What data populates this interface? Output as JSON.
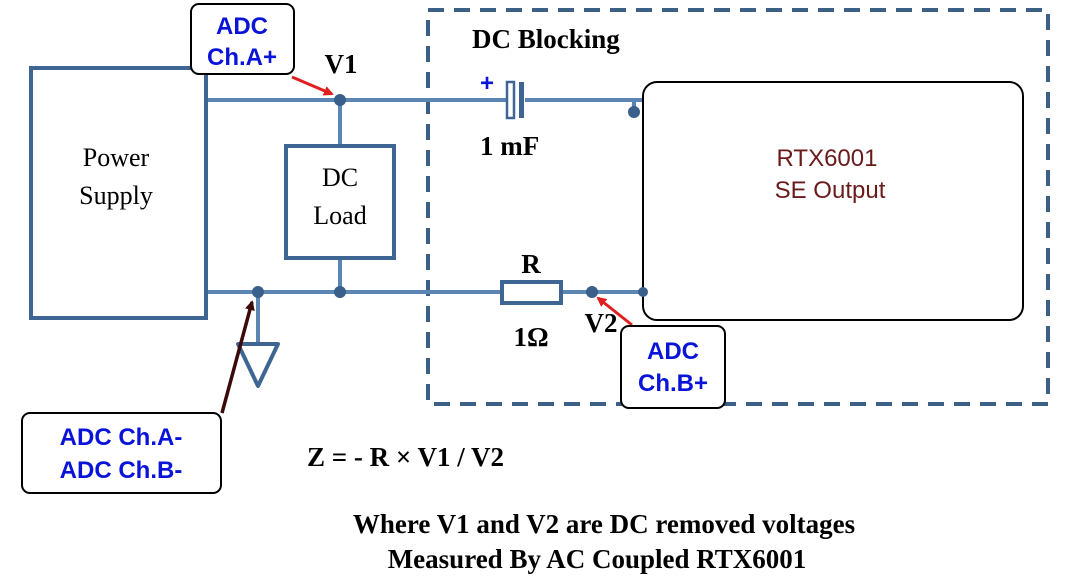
{
  "colors": {
    "wire": "#5b86b4",
    "box": "#3f6693",
    "dashed": "#3c5f86",
    "node": "#3a5f8a",
    "callout_text": "#0a14d8",
    "rtx_text": "#6b1a1a",
    "arrow_red": "#e02020",
    "arrow_dark": "#3d0a0a",
    "black": "#000000"
  },
  "dc_blocking_label": "DC Blocking",
  "power_supply": {
    "line1": "Power",
    "line2": "Supply"
  },
  "dc_load": {
    "line1": "DC",
    "line2": "Load"
  },
  "rtx": {
    "line1": "RTX6001",
    "line2": "SE Output"
  },
  "capacitor": {
    "polarity": "+",
    "value": "1 mF"
  },
  "resistor": {
    "label": "R",
    "value": "1Ω"
  },
  "nodes": {
    "v1": "V1",
    "v2": "V2"
  },
  "callouts": {
    "ch_a_plus": {
      "line1": "ADC",
      "line2": "Ch.A+"
    },
    "ch_b_plus": {
      "line1": "ADC",
      "line2": "Ch.B+"
    },
    "ground_channels": {
      "line1": "ADC Ch.A-",
      "line2": "ADC Ch.B-"
    }
  },
  "formula": "Z = - R × V1 / V2",
  "note": {
    "line1": "Where V1 and V2 are DC removed voltages",
    "line2": "Measured By AC Coupled RTX6001"
  }
}
